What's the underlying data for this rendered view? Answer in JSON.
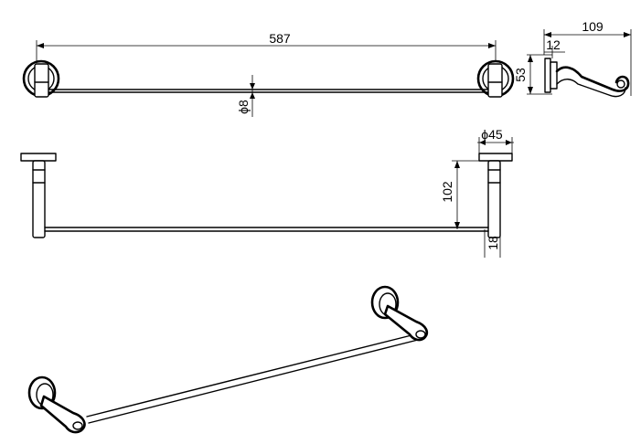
{
  "dimensions": {
    "total_length": "587",
    "depth": "109",
    "plate_thickness": "12",
    "height": "53",
    "bar_diameter": "ϕ8",
    "plate_diameter": "ϕ45",
    "bar_height": "102",
    "bar_offset": "18"
  }
}
